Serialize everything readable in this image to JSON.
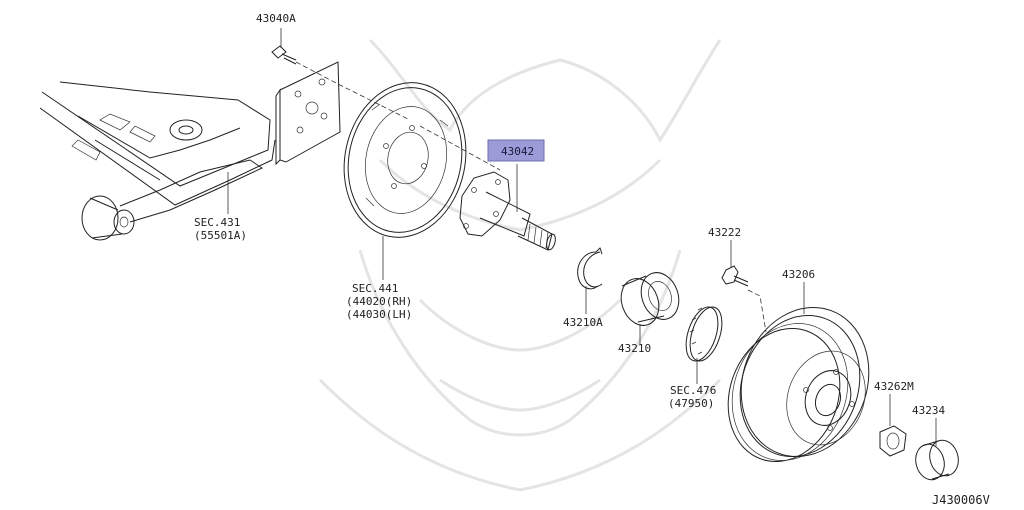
{
  "labels": {
    "p43040a": "43040A",
    "sec431": "SEC.431",
    "sec431_ref": "(55501A)",
    "sec441": "SEC.441",
    "sec441_rh": "(44020(RH)",
    "sec441_lh": "(44030(LH)",
    "p43042": "43042",
    "p43210a": "43210A",
    "p43210": "43210",
    "p43222": "43222",
    "p43206": "43206",
    "sec476": "SEC.476",
    "sec476_ref": "(47950)",
    "p43262m": "43262M",
    "p43234": "43234",
    "diagram_id": "J430006V"
  },
  "highlight": {
    "part": "43042",
    "color": "#9b9bd8"
  }
}
